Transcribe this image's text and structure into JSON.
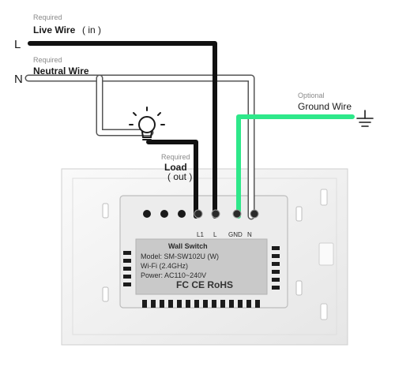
{
  "terminals": {
    "live": "L",
    "neutral": "N"
  },
  "live_wire": {
    "required": "Required",
    "label": "Live Wire",
    "note": "( in )"
  },
  "neutral_wire": {
    "required": "Required",
    "label": "Neutral Wire"
  },
  "ground_wire": {
    "optional": "Optional",
    "label": "Ground Wire"
  },
  "load_wire": {
    "required": "Required",
    "label": "Load",
    "note": "( out )"
  },
  "switch_terminals": [
    "L1",
    "L",
    "GND",
    "N"
  ],
  "nameplate": {
    "title": "Wall Switch",
    "model": "Model: SM-SW102U (W)",
    "wifi": "Wi-Fi (2.4GHz)",
    "power": "Power: AC110~240V",
    "marks": "FC CE RoHS"
  },
  "colors": {
    "live": "#111111",
    "neutral_fill": "#ffffff",
    "neutral_outline": "#555555",
    "ground": "#2ee88a",
    "plate": "#f2f2f2",
    "label_plate": "#c9c9c9"
  },
  "icons": [
    "light-bulb-icon",
    "ground-symbol-icon"
  ]
}
